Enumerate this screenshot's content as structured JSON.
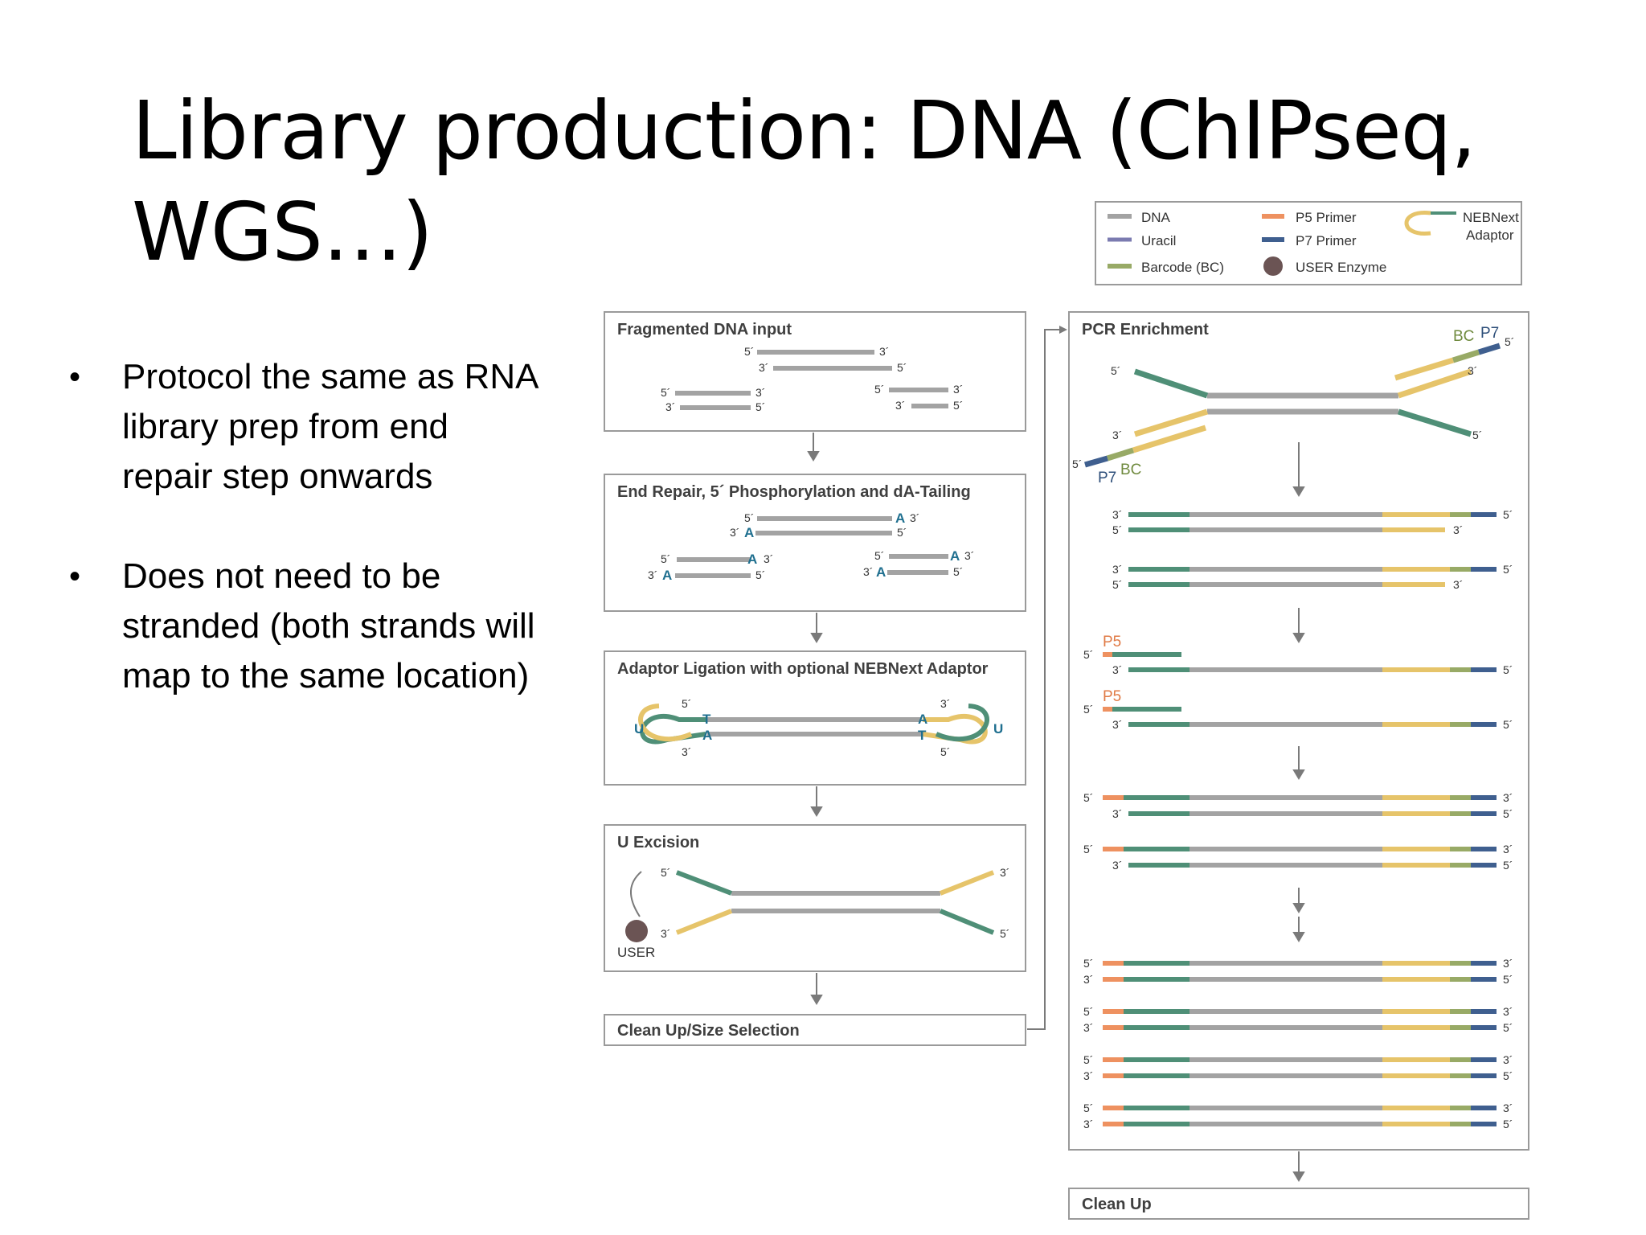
{
  "slide": {
    "title": "Library production: DNA (ChIPseq, WGS…)",
    "bullets": [
      "Protocol the same as RNA library prep from end repair step onwards",
      "Does not need to be stranded (both strands will map to the same location)"
    ]
  },
  "legend": {
    "dna": "DNA",
    "uracil": "Uracil",
    "barcode": "Barcode (BC)",
    "p5": "P5 Primer",
    "p7": "P7 Primer",
    "user_enzyme": "USER Enzyme",
    "adaptor_line1": "NEBNext",
    "adaptor_line2": "Adaptor"
  },
  "steps": {
    "fragmented": "Fragmented DNA input",
    "end_repair": "End Repair, 5´ Phosphorylation and dA-Tailing",
    "ligation": "Adaptor Ligation with optional NEBNext Adaptor",
    "u_excision": "U Excision",
    "cleanup_size": "Clean Up/Size Selection",
    "pcr": "PCR Enrichment",
    "cleanup": "Clean Up"
  },
  "labels": {
    "five": "5´",
    "three": "3´",
    "A": "A",
    "T": "T",
    "U": "U",
    "user": "USER",
    "bc": "BC",
    "p7": "P7",
    "p5": "P5"
  },
  "colors": {
    "dna": "#a3a3a3",
    "adaptor_green": "#4f8f77",
    "adaptor_yellow": "#e6c46a",
    "barcode": "#98aa66",
    "p5": "#ee9160",
    "p7": "#3f5f8f",
    "enzyme": "#6b5454",
    "box_border": "#9a9a9a"
  }
}
